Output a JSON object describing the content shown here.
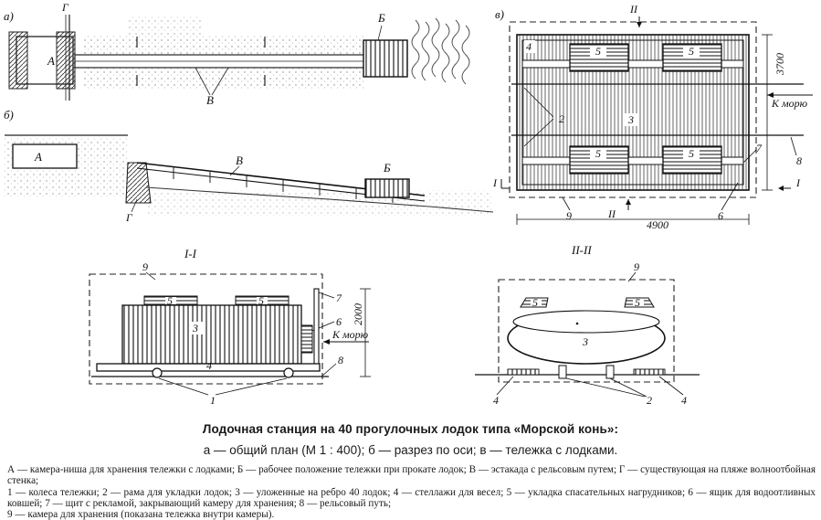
{
  "panels": {
    "a": "а)",
    "b": "б)",
    "v": "в)",
    "section_1": "I-I",
    "section_2": "II-II"
  },
  "labels": {
    "A": "А",
    "B": "Б",
    "V": "В",
    "G": "Г",
    "n1": "1",
    "n2": "2",
    "n3": "3",
    "n4": "4",
    "n5": "5",
    "n6": "6",
    "n7": "7",
    "n8": "8",
    "n9": "9",
    "cut1": "I",
    "cut2": "II",
    "to_sea": "К морю",
    "dim_3700": "3700",
    "dim_4900": "4900",
    "dim_2000": "2000"
  },
  "caption": {
    "title": "Лодочная станция на 40 прогулочных лодок типа «Морской конь»:",
    "subtitle": "а — общий план (М 1 : 400); б — разрез по оси; в — тележка с лодками.",
    "legend_1": "А — камера-ниша для хранения тележки с лодками; Б — рабочее положение тележки при прокате лодок; В — эстакада с рельсовым путем; Г — существующая на пляже волноотбойная стенка;",
    "legend_2": "1 — колеса тележки; 2 — рама для укладки лодок; 3 — уложенные на ребро 40 лодок; 4 — стеллажи для весел; 5 — укладка спасательных нагрудников; 6 — ящик для водоотливных ковшей; 7 — щит с рекламой, закрывающий камеру для хранения; 8 — рельсовый путь;",
    "legend_3": "9 — камера для хранения (показана тележка внутри камеры)."
  }
}
